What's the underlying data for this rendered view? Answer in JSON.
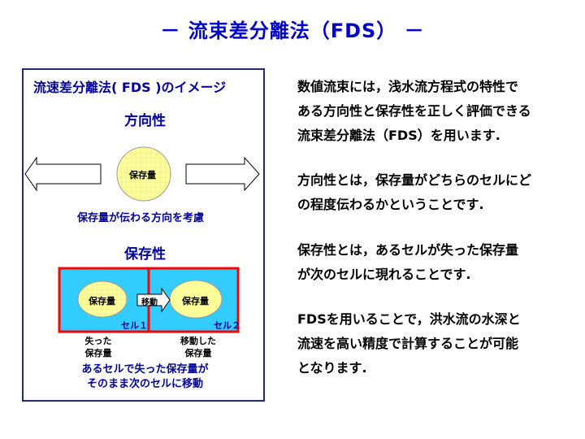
{
  "title": "－ 流束差分離法（FDS） －",
  "diagram": {
    "panel_title": "流速差分離法( FDS )のイメージ",
    "direction": {
      "heading": "方向性",
      "circle_label": "保存量",
      "caption": "保存量が伝わる方向を考慮"
    },
    "conservation": {
      "heading": "保存性",
      "circle_left": "保存量",
      "move_label": "移動",
      "circle_right": "保存量",
      "cell1": "セル１",
      "cell2": "セル２",
      "lost_line1": "失った",
      "lost_line2": "保存量",
      "moved_line1": "移動した",
      "moved_line2": "保存量",
      "caption_line1": "あるセルで失った保存量が",
      "caption_line2": "そのまま次のセルに移動"
    },
    "colors": {
      "cyan": "#33ccff",
      "red": "#ff0000",
      "circle": "#ffff99",
      "arrow": "#ffffff"
    }
  },
  "paragraphs": [
    {
      "line1": "数値流束には，浅水流方程式の特性で",
      "line2": "ある方向性と保存性を正しく評価できる",
      "line3": "流束差分離法（FDS）を用います."
    },
    {
      "line1": "方向性とは，保存量がどちらのセルにど",
      "line2": "の程度伝わるかということです."
    },
    {
      "line1": "保存性とは，あるセルが失った保存量",
      "line2": "が次のセルに現れることです."
    },
    {
      "line1": "FDSを用いることで，洪水流の水深と",
      "line2": "流速を高い精度で計算することが可能",
      "line3": "となります."
    }
  ]
}
